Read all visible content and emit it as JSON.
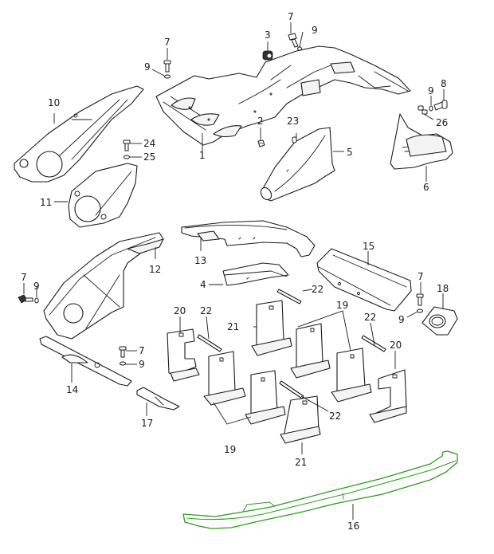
{
  "diagram": {
    "type": "exploded-parts-view",
    "highlight_color": "#2e9a1e",
    "line_color": "#1a1a1a",
    "highlighted_part": "16",
    "callouts": [
      {
        "id": "c1",
        "label": "1"
      },
      {
        "id": "c2",
        "label": "2"
      },
      {
        "id": "c3",
        "label": "3"
      },
      {
        "id": "c4",
        "label": "4"
      },
      {
        "id": "c5",
        "label": "5"
      },
      {
        "id": "c6",
        "label": "6"
      },
      {
        "id": "c7a",
        "label": "7"
      },
      {
        "id": "c7b",
        "label": "7"
      },
      {
        "id": "c7c",
        "label": "7"
      },
      {
        "id": "c7d",
        "label": "7"
      },
      {
        "id": "c7e",
        "label": "7"
      },
      {
        "id": "c8",
        "label": "8"
      },
      {
        "id": "c9a",
        "label": "9"
      },
      {
        "id": "c9b",
        "label": "9"
      },
      {
        "id": "c9c",
        "label": "9"
      },
      {
        "id": "c9d",
        "label": "9"
      },
      {
        "id": "c9e",
        "label": "9"
      },
      {
        "id": "c9f",
        "label": "9"
      },
      {
        "id": "c10",
        "label": "10"
      },
      {
        "id": "c11",
        "label": "11"
      },
      {
        "id": "c12",
        "label": "12"
      },
      {
        "id": "c13",
        "label": "13"
      },
      {
        "id": "c14",
        "label": "14"
      },
      {
        "id": "c15",
        "label": "15"
      },
      {
        "id": "c16",
        "label": "16"
      },
      {
        "id": "c17",
        "label": "17"
      },
      {
        "id": "c18",
        "label": "18"
      },
      {
        "id": "c19a",
        "label": "19"
      },
      {
        "id": "c19b",
        "label": "19"
      },
      {
        "id": "c20a",
        "label": "20"
      },
      {
        "id": "c20b",
        "label": "20"
      },
      {
        "id": "c21a",
        "label": "21"
      },
      {
        "id": "c21b",
        "label": "21"
      },
      {
        "id": "c22a",
        "label": "22"
      },
      {
        "id": "c22b",
        "label": "22"
      },
      {
        "id": "c22c",
        "label": "22"
      },
      {
        "id": "c22d",
        "label": "22"
      },
      {
        "id": "c23",
        "label": "23"
      },
      {
        "id": "c24",
        "label": "24"
      },
      {
        "id": "c25",
        "label": "25"
      },
      {
        "id": "c26",
        "label": "26"
      }
    ]
  }
}
